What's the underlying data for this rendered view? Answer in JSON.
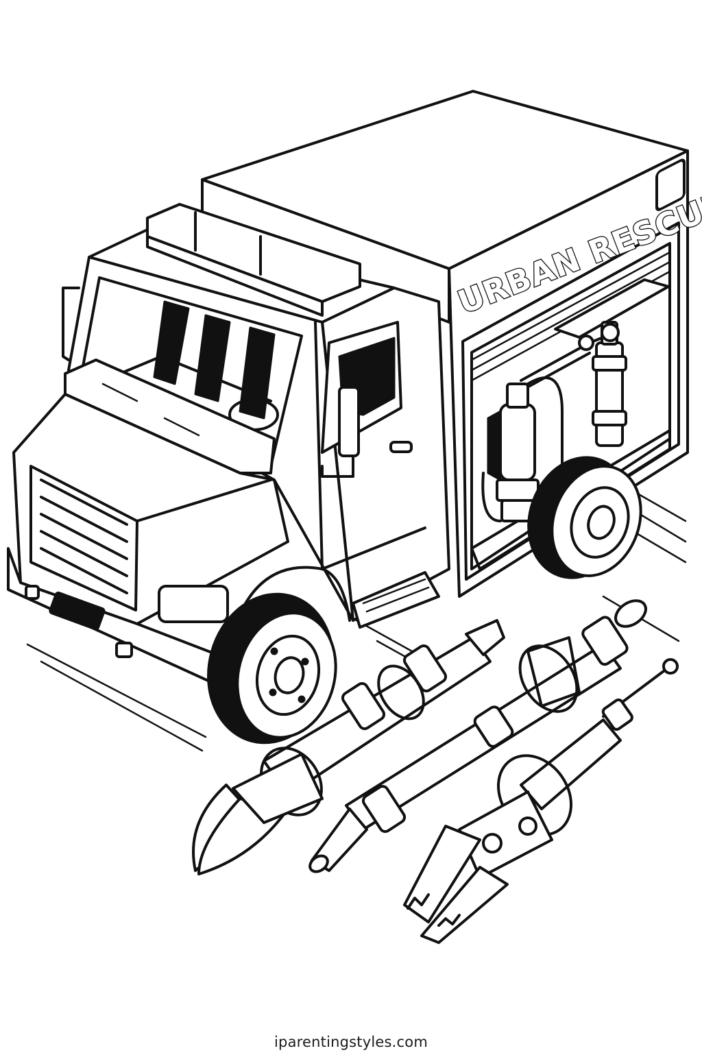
{
  "illustration": {
    "vehicle_side_label": "URBAN RESCUE",
    "footer_credit": "iparentingstyles.com",
    "tools": [
      "hydraulic-cutter",
      "rescue-ram",
      "hydraulic-spreader"
    ]
  },
  "colors": {
    "line": "#111111",
    "background": "#ffffff"
  }
}
